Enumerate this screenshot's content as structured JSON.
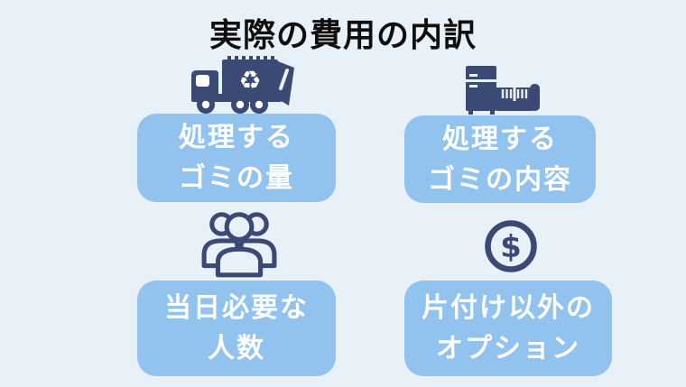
{
  "page": {
    "title": "実際の費用の内訳"
  },
  "colors": {
    "background": "#e9f1f8",
    "card_fill": "#92c2ee",
    "icon_navy": "#3b4a74",
    "title_text": "#0f0f0f",
    "card_text": "#ffffff"
  },
  "cards": [
    {
      "key": "garbage-amount",
      "icon": "garbage-truck-icon",
      "lines": [
        "処理する",
        "ゴミの量"
      ]
    },
    {
      "key": "garbage-content",
      "icon": "fridge-sofa-icon",
      "lines": [
        "処理する",
        "ゴミの内容"
      ]
    },
    {
      "key": "staff-count",
      "icon": "people-group-icon",
      "lines": [
        "当日必要な",
        "人数"
      ]
    },
    {
      "key": "extra-options",
      "icon": "dollar-circle-icon",
      "lines": [
        "片付け以外の",
        "オプション"
      ]
    }
  ],
  "glyphs": {
    "recycle": "♻",
    "dollar": "$"
  }
}
